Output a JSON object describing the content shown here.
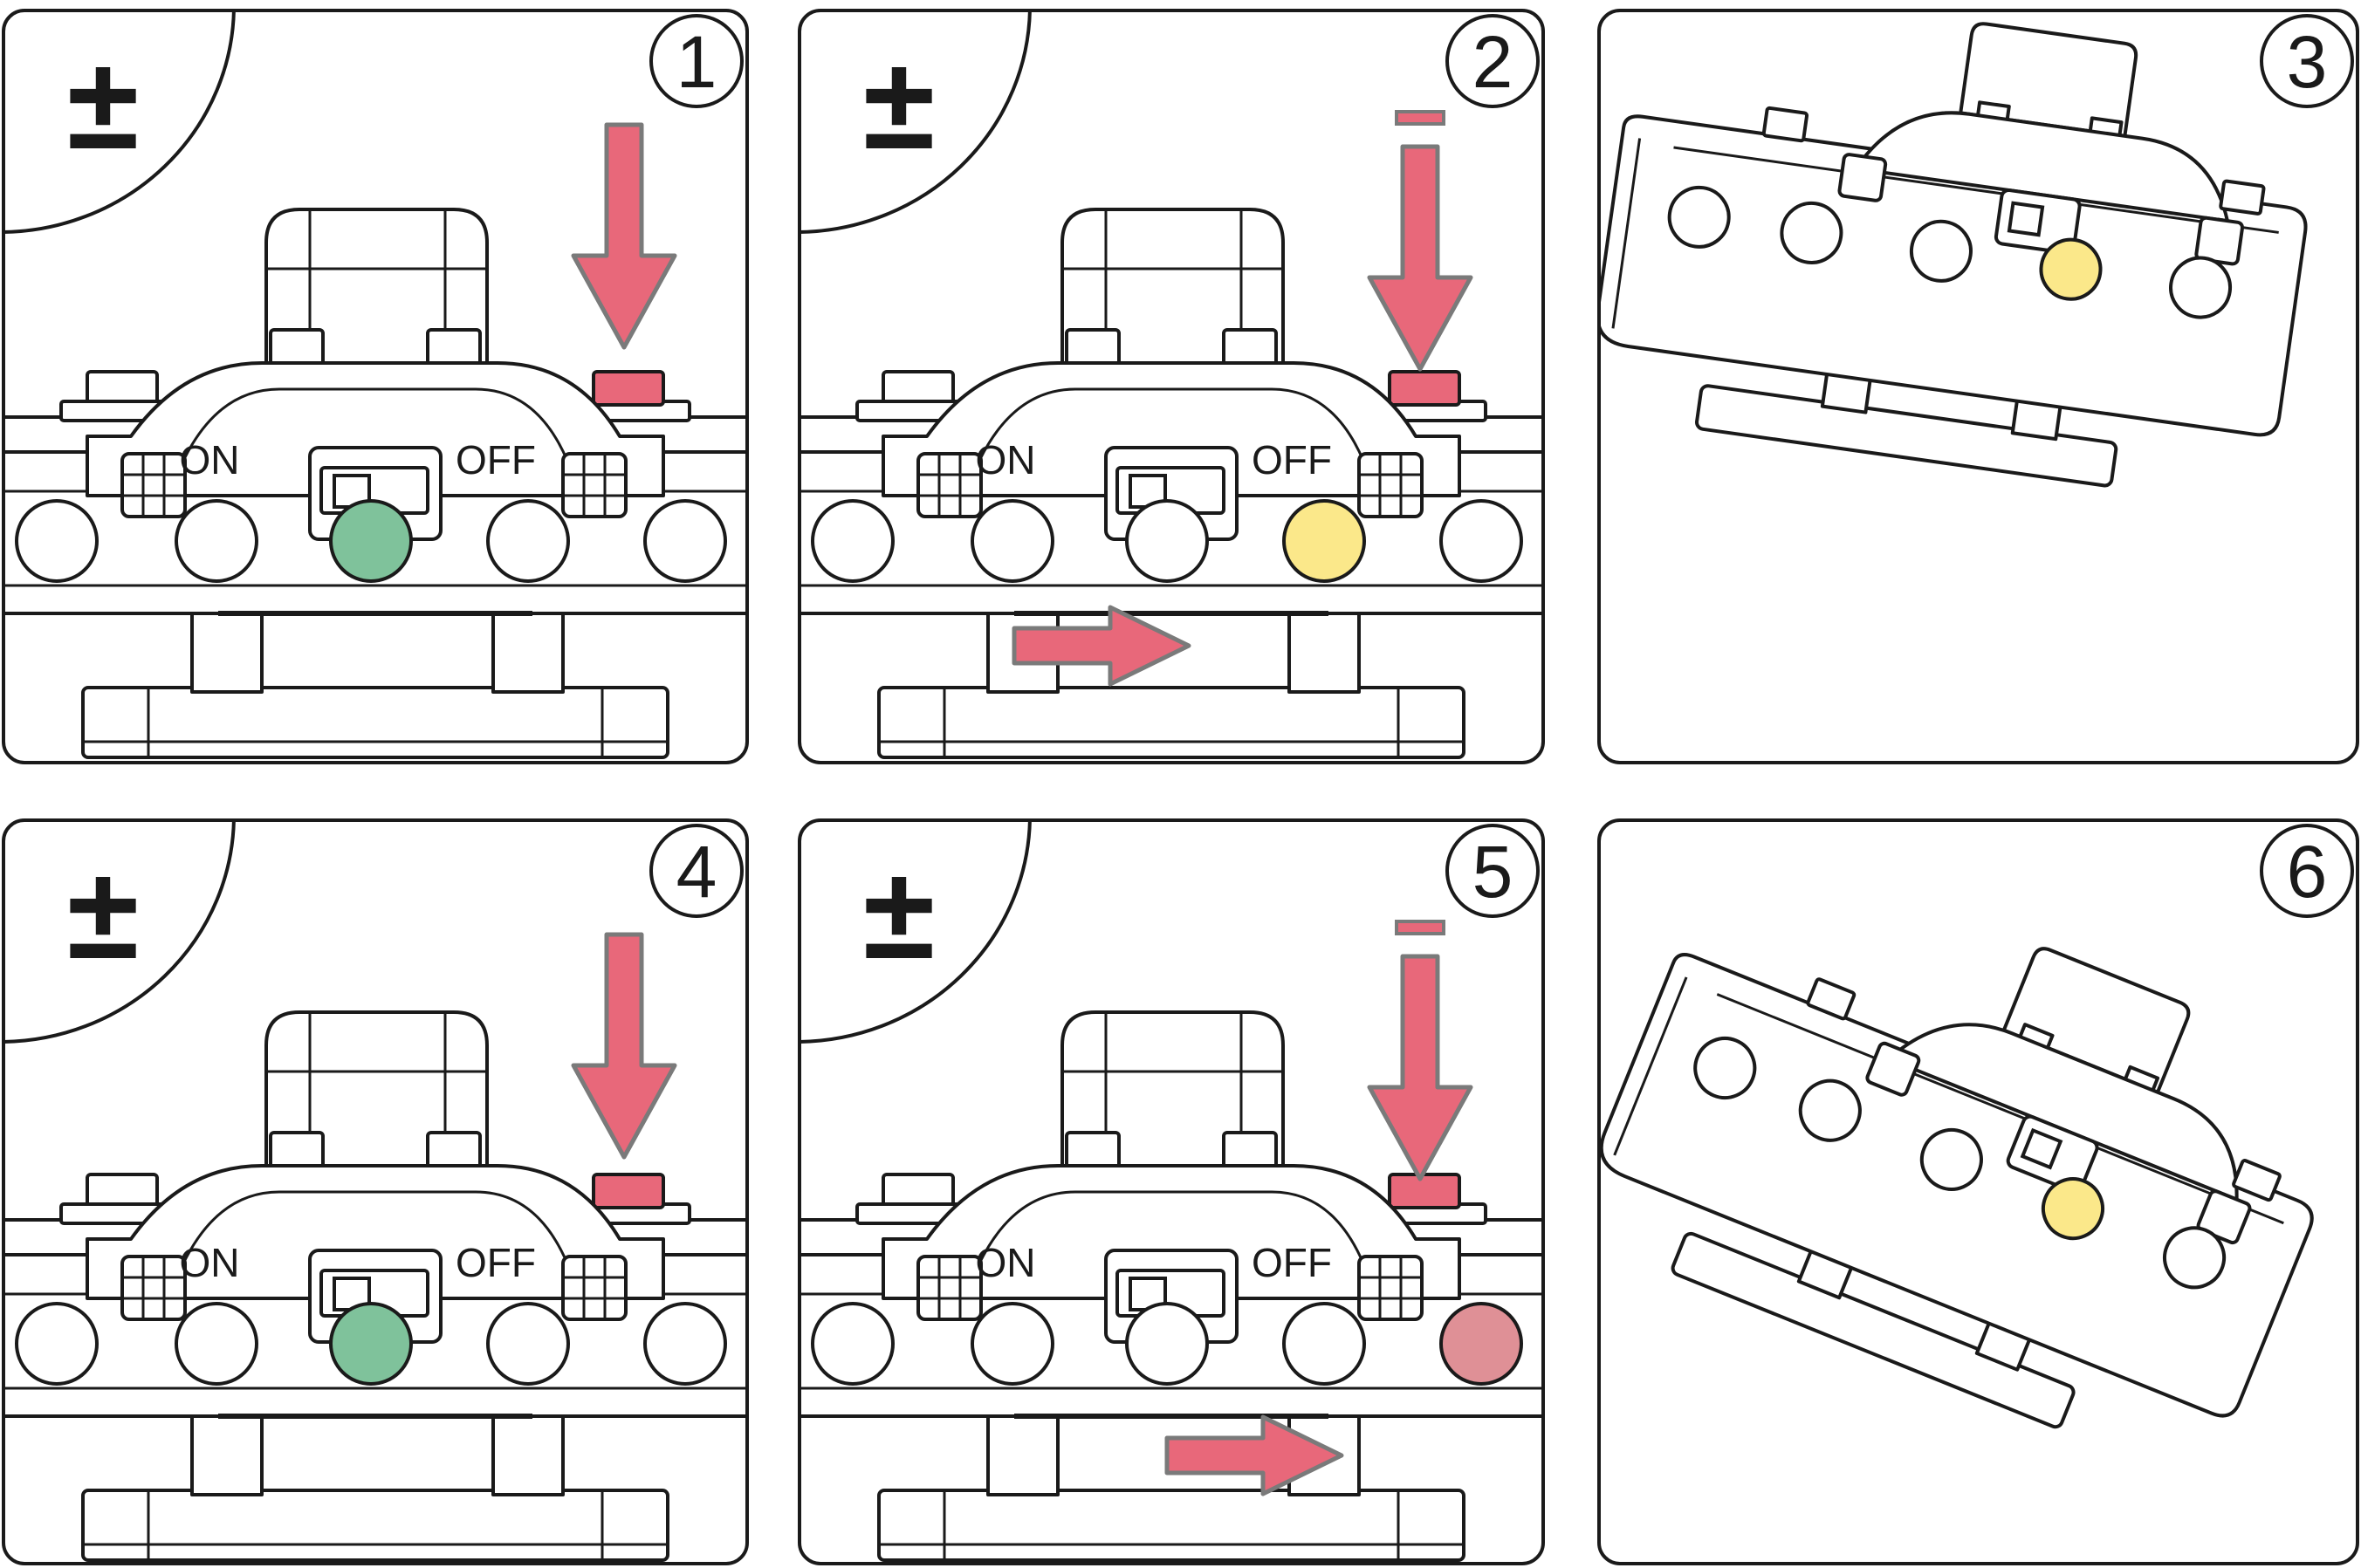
{
  "panels": [
    {
      "number": "1",
      "kind": "front",
      "pm_symbol": "±",
      "labels": {
        "on": "ON",
        "off": "OFF"
      },
      "led": "green",
      "down_arrow": "plain",
      "right_arrow": "none"
    },
    {
      "number": "2",
      "kind": "front",
      "pm_symbol": "±",
      "labels": {
        "on": "ON",
        "off": "OFF"
      },
      "led": "yellow",
      "down_arrow": "with-bar",
      "right_arrow": "left"
    },
    {
      "number": "3",
      "kind": "angled",
      "led": "yellow",
      "tilt": 8
    },
    {
      "number": "4",
      "kind": "front",
      "pm_symbol": "±",
      "labels": {
        "on": "ON",
        "off": "OFF"
      },
      "led": "green",
      "down_arrow": "plain",
      "right_arrow": "none"
    },
    {
      "number": "5",
      "kind": "front",
      "pm_symbol": "±",
      "labels": {
        "on": "ON",
        "off": "OFF"
      },
      "led": "red",
      "down_arrow": "with-bar",
      "right_arrow": "right"
    },
    {
      "number": "6",
      "kind": "angled",
      "led": "yellow",
      "tilt": 22
    }
  ],
  "colors": {
    "green": "#7fc29b",
    "yellow": "#fbe88a",
    "red": "#df9096",
    "arrow_fill": "#e8687a",
    "arrow_edge": "#7a7a7a",
    "button_red": "#e8687a",
    "line": "#1a1a1a"
  }
}
